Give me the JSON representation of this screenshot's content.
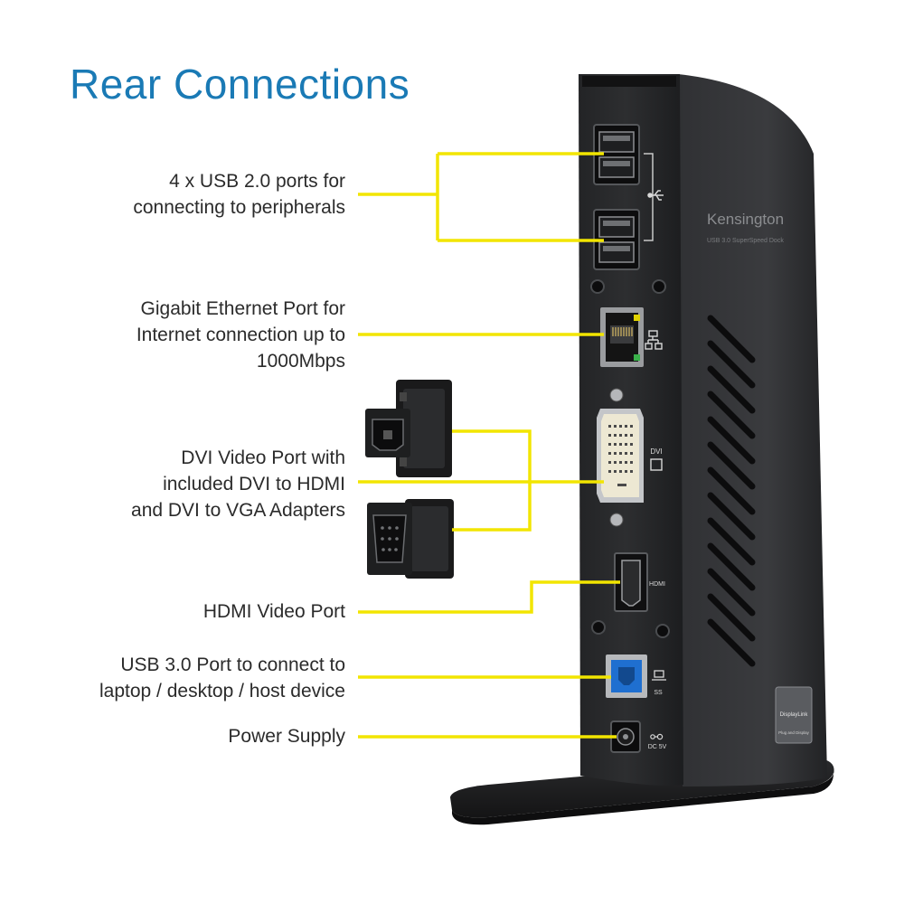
{
  "title": "Rear Connections",
  "labels": {
    "usb2": [
      "4 x USB 2.0 ports for",
      "connecting to peripherals"
    ],
    "ethernet": [
      "Gigabit Ethernet Port for",
      "Internet connection up to",
      "1000Mbps"
    ],
    "dvi": [
      "DVI Video Port with",
      "included DVI to HDMI",
      "and DVI to VGA Adapters"
    ],
    "hdmi": [
      "HDMI Video Port"
    ],
    "usb3": [
      "USB 3.0 Port to connect to",
      "laptop / desktop / host device"
    ],
    "power": [
      "Power Supply"
    ]
  },
  "device": {
    "brand": "Kensington",
    "model": "USB 3.0 SuperSpeed Dock",
    "port_marks": {
      "dvi": "DVI",
      "hdmi": "HDMI",
      "usb3": "SS",
      "power": "DC 5V"
    },
    "badge_line1": "DisplayLink",
    "badge_line2": "Plug and Display"
  },
  "colors": {
    "title": "#1a7ab5",
    "callout_line": "#f2e500",
    "device_body": "#2a2b2d",
    "usb3_port": "#1f6fd0"
  }
}
